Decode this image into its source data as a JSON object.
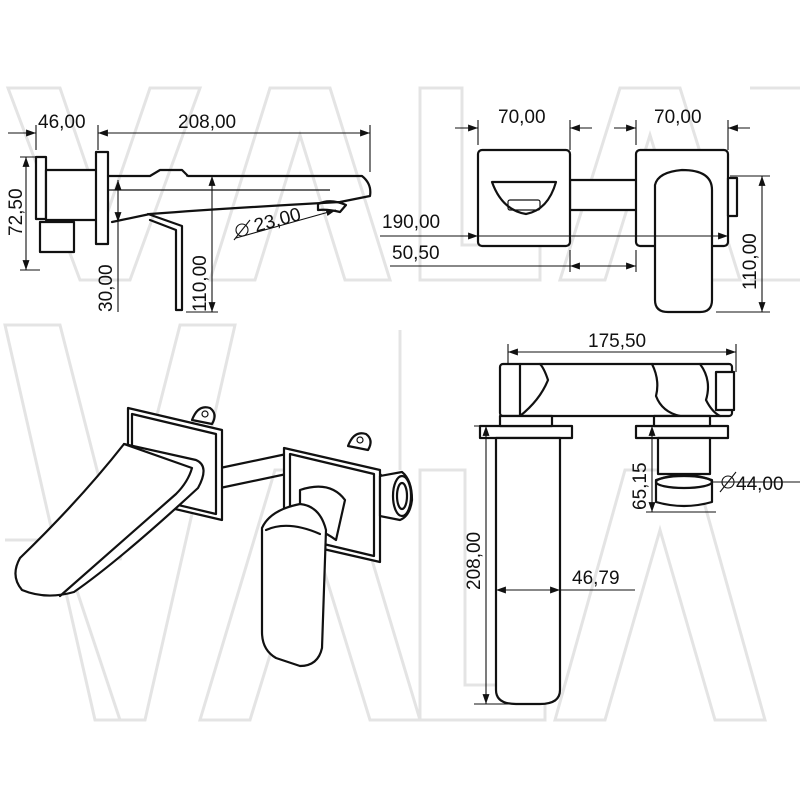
{
  "watermark": "VALAZ",
  "dimensions": {
    "side_depth": "46,00",
    "spout_length": "208,00",
    "plate_height": "72,50",
    "offset_30": "30,00",
    "lever_height_side": "110,00",
    "spout_diameter": "23,00",
    "plate_width_left": "70,00",
    "plate_width_right": "70,00",
    "overall_width": "190,00",
    "gap": "50,50",
    "lever_height_front": "110,00",
    "top_length": "175,50",
    "body_height": "65,15",
    "flange_diameter": "44,00",
    "spout_length_top": "208,00",
    "spout_width": "46,79"
  }
}
